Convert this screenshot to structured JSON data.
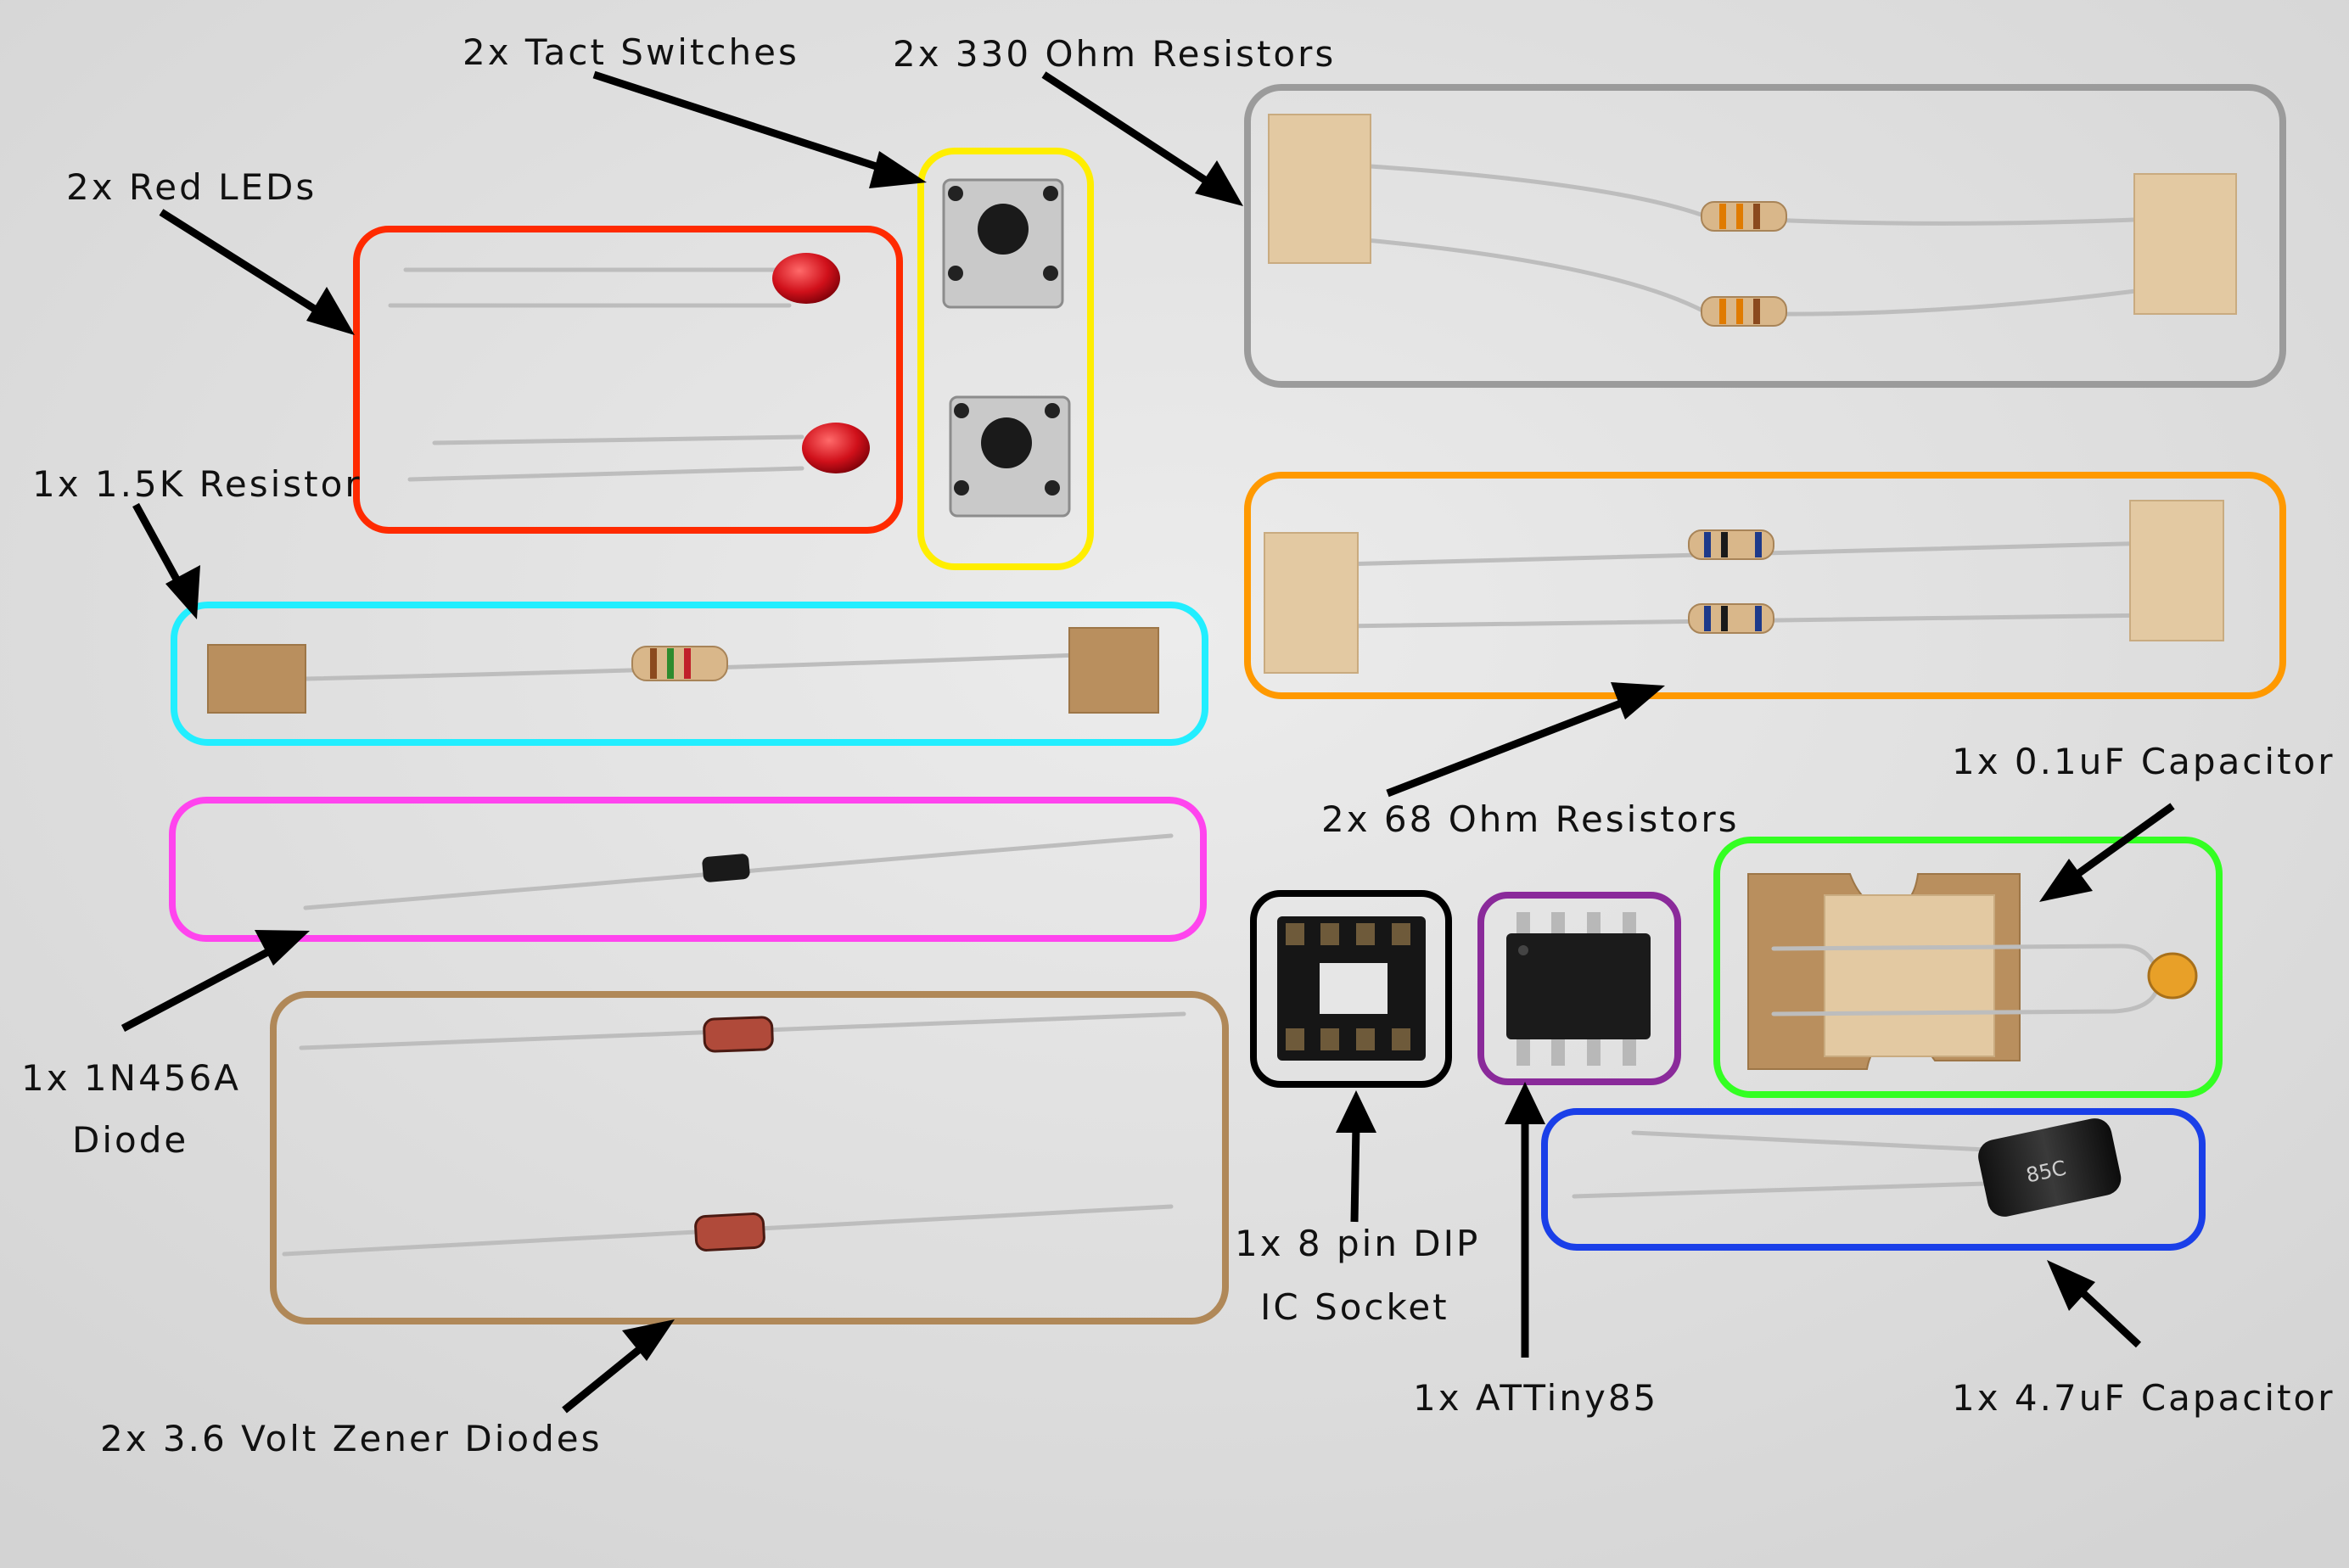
{
  "labels": {
    "tact_switches": "2x Tact Switches",
    "ohm330_resistors": "2x 330 Ohm Resistors",
    "red_leds": "2x Red LEDs",
    "resistor_1k5": "1x 1.5K Resistor",
    "diode_1n456a_line1": "1x 1N456A",
    "diode_1n456a_line2": "Diode",
    "zener_diodes": "2x 3.6 Volt Zener Diodes",
    "ohm68_resistors": "2x 68 Ohm Resistors",
    "cap_01uf": "1x 0.1uF Capacitor",
    "dip_socket_line1": "1x 8 pin DIP",
    "dip_socket_line2": "IC Socket",
    "attiny85": "1x ATTiny85",
    "cap_47uf": "1x 4.7uF Capacitor"
  },
  "colors": {
    "background": "#e6e6e6",
    "box_red": "#ff2a00",
    "box_yellow": "#ffee00",
    "box_gray": "#9b9b9b",
    "box_cyan": "#22eeff",
    "box_orange": "#ff9900",
    "box_magenta": "#ff44ee",
    "box_brown": "#b08858",
    "box_black": "#000000",
    "box_purple": "#8a2a9a",
    "box_green": "#33ff22",
    "box_blue": "#1a3fe8",
    "led_red": "#d0101a"
  },
  "components": {
    "capacitor_marking": "85C"
  }
}
